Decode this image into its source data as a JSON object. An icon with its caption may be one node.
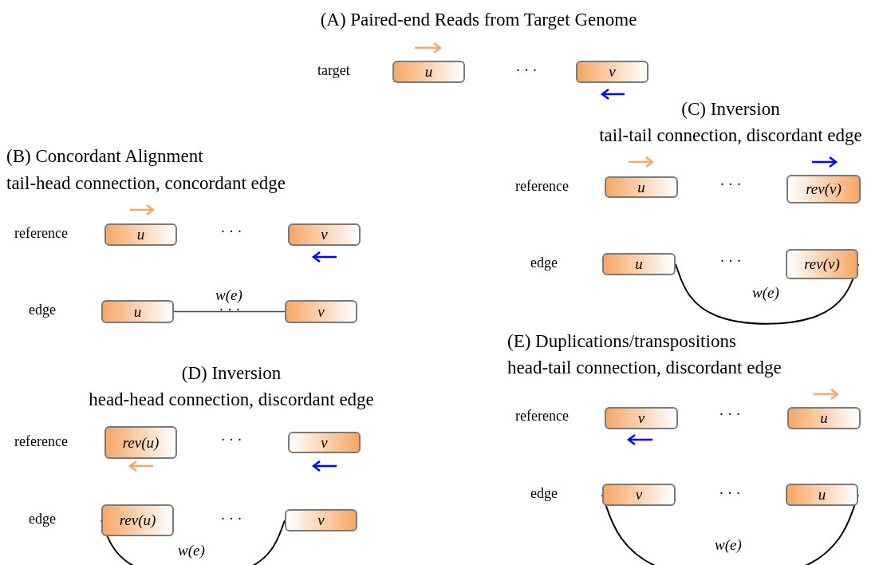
{
  "diagram": {
    "title": "(A) Paired-end Reads from Target Genome",
    "nodes": [
      {
        "text": [
          "u"
        ]
      },
      {
        "text": [
          "v"
        ]
      },
      {
        "text": [
          "u"
        ]
      },
      {
        "text": [
          "v"
        ]
      },
      {
        "text": [
          "u"
        ]
      },
      {
        "text": [
          "v"
        ]
      },
      {
        "text": [
          "u"
        ]
      },
      {
        "text": [
          "rev(v)"
        ]
      },
      {
        "text": [
          "u"
        ]
      },
      {
        "text": [
          "rev(v)"
        ]
      },
      {
        "text": [
          "rev(u)"
        ]
      },
      {
        "text": [
          "v"
        ]
      },
      {
        "text": [
          "rev(u)"
        ]
      },
      {
        "text": [
          "v"
        ]
      },
      {
        "text": [
          "v"
        ]
      },
      {
        "text": [
          "u"
        ]
      },
      {
        "text": [
          "v"
        ]
      },
      {
        "text": [
          "u"
        ]
      }
    ],
    "edges": [
      {
        "from": 4,
        "to": 5,
        "arrow": "none",
        "label": "w(e)"
      },
      {
        "from": 8,
        "to": 9,
        "arrow": "none",
        "label": "w(e)"
      },
      {
        "from": 12,
        "to": 13,
        "arrow": "none",
        "label": "w(e)"
      },
      {
        "from": 16,
        "to": 17,
        "arrow": "none",
        "label": "w(e)"
      }
    ],
    "labels": [
      "target",
      "· · ·",
      "(B) Concordant Alignment",
      "tail-head connection, concordant edge",
      "reference",
      "· · ·",
      "edge",
      "· · ·",
      "(C) Inversion",
      "tail-tail connection, discordant edge",
      "reference",
      "· · ·",
      "edge",
      "· · ·",
      "(D) Inversion",
      "head-head connection, discordant edge",
      "reference",
      "· · ·",
      "edge",
      "· · ·",
      "(E) Duplications/transpositions",
      "head-tail connection, discordant edge",
      "reference",
      "· · ·",
      "edge",
      "· · ·"
    ]
  }
}
